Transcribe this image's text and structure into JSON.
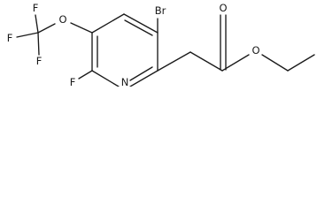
{
  "molecule": {
    "atom_labels": {
      "f_top": "F",
      "f_left": "F",
      "f_bottom": "F",
      "o_ether": "O",
      "br": "Br",
      "f_ring": "F",
      "n_ring": "N",
      "o_carbonyl": "O",
      "o_ester": "O"
    }
  }
}
